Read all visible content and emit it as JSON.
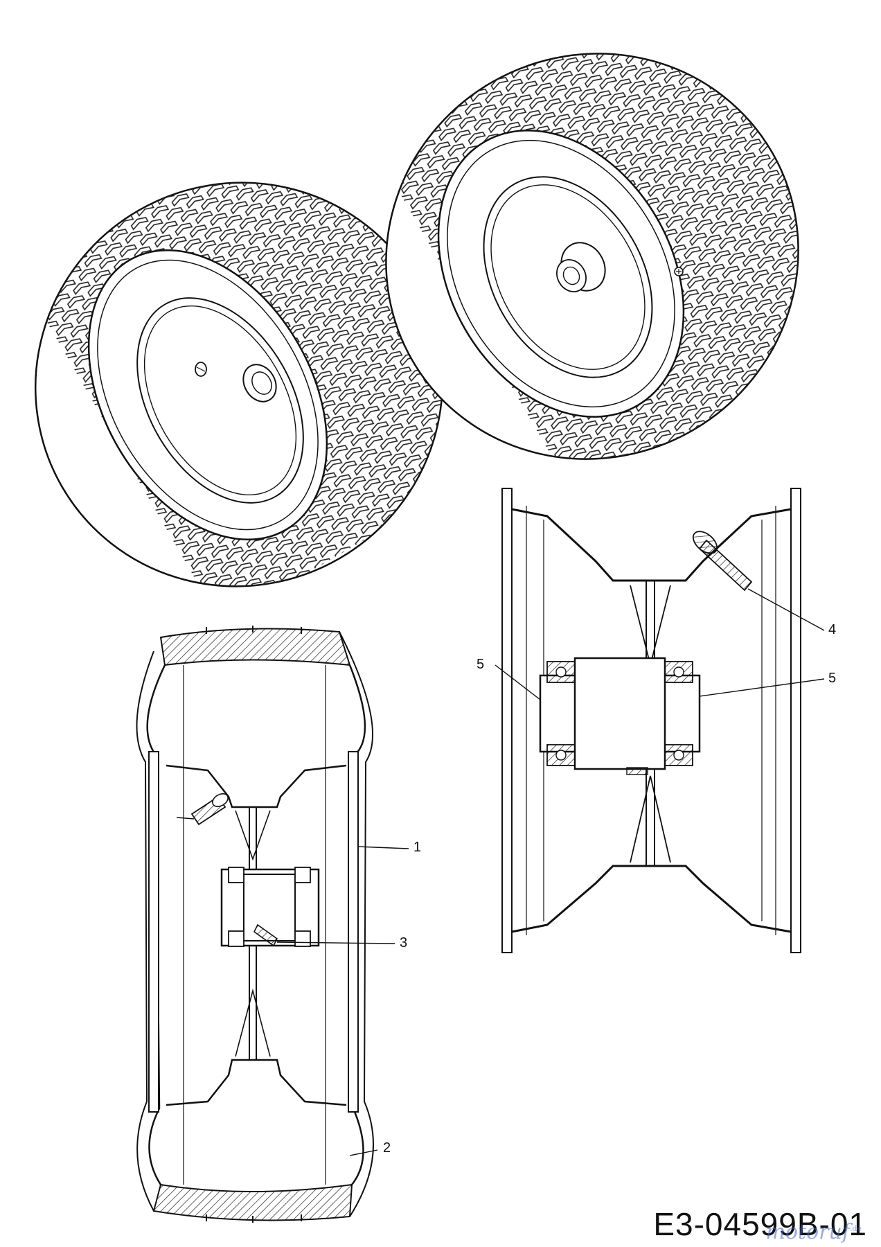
{
  "drawing_code": "E3-04599B-01",
  "watermark": {
    "text": "motoruf",
    "suffix": ".de"
  },
  "callouts": {
    "c1": "1",
    "c2": "2",
    "c3": "3",
    "c4": "4",
    "c5a": "5",
    "c5b": "5"
  }
}
